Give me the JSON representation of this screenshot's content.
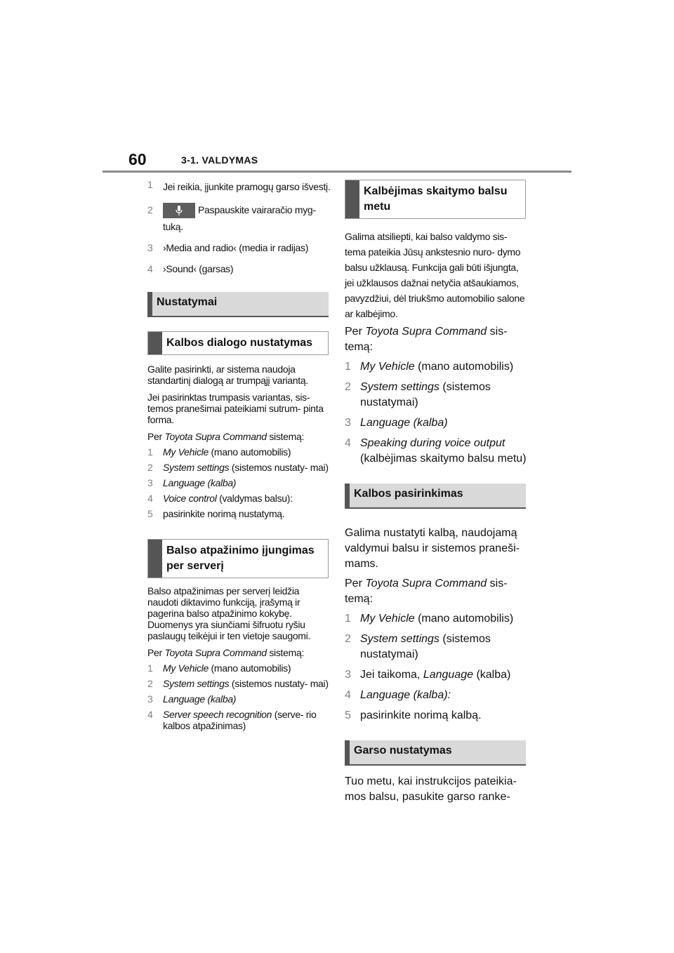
{
  "header": {
    "page_number": "60",
    "section": "3-1. VALDYMAS"
  },
  "left": {
    "steps_top": [
      {
        "n": "1",
        "text": "Jei reikia, įjunkite pramogų garso išvestį."
      },
      {
        "n": "2",
        "text": "Paspauskite vairaračio myg- tuką.",
        "icon": "microphone-icon"
      },
      {
        "n": "3",
        "text": "›Media and radio‹ (media ir radijas)"
      },
      {
        "n": "4",
        "text": "›Sound‹ (garsas)"
      }
    ],
    "heading_nustatymai": "Nustatymai",
    "heading_dialog": "Kalbos dialogo nustatymas",
    "dialog_p1": "Galite pasirinkti, ar sistema naudoja standartinį dialogą ar trumpąjį variantą.",
    "dialog_p2": "Jei pasirinktas trumpasis variantas, sis- temos pranešimai pateikiami sutrum- pinta forma.",
    "dialog_per": "Per",
    "dialog_per_italic": "Toyota Supra Command",
    "dialog_per_end": "sistemą:",
    "dialog_steps": [
      {
        "n": "1",
        "it": "My Vehicle",
        "rest": " (mano automobilis)"
      },
      {
        "n": "2",
        "it": "System settings",
        "rest": " (sistemos nustaty- mai)"
      },
      {
        "n": "3",
        "it": "Language (kalba)",
        "rest": ""
      },
      {
        "n": "4",
        "it": "Voice control",
        "rest": " (valdymas balsu):"
      },
      {
        "n": "5",
        "it": "",
        "rest": "pasirinkite norimą nustatymą."
      }
    ],
    "heading_server": "Balso atpažinimo įjungimas per serverį",
    "server_p1": "Balso atpažinimas per serverį leidžia naudoti diktavimo funkciją, įrašymą ir pagerina balso atpažinimo kokybę. Duomenys yra siunčiami šifruotu ryšiu paslaugų teikėjui ir ten vietoje saugomi.",
    "server_per": "Per",
    "server_per_italic": "Toyota Supra Command",
    "server_per_end": "sistemą:",
    "server_steps": [
      {
        "n": "1",
        "it": "My Vehicle",
        "rest": " (mano automobilis)"
      },
      {
        "n": "2",
        "it": "System settings",
        "rest": " (sistemos nustaty- mai)"
      },
      {
        "n": "3",
        "it": "Language (kalba)",
        "rest": ""
      },
      {
        "n": "4",
        "it": "Server speech recognition",
        "rest": " (serve- rio kalbos atpažinimas)"
      }
    ]
  },
  "right": {
    "heading_reading": "Kalbėjimas skaitymo balsu metu",
    "reading_p1": "Galima atsiliepti, kai balso valdymo sis- tema pateikia Jūsų ankstesnio nuro- dymo balsu užklausą. Funkcija gali būti išjungta, jei užklausos dažnai netyčia atšaukiamos, pavyzdžiui, dėl triukšmo automobilio salone ar kalbėjimo.",
    "reading_per": "Per",
    "reading_per_italic": "Toyota Supra Command",
    "reading_per_end": "sis- temą:",
    "reading_steps": [
      {
        "n": "1",
        "it": "My Vehicle",
        "rest": " (mano automobilis)"
      },
      {
        "n": "2",
        "it": "System settings",
        "rest": " (sistemos nustatymai)"
      },
      {
        "n": "3",
        "it": "Language (kalba)",
        "rest": ""
      },
      {
        "n": "4",
        "it": "Speaking during voice output",
        "rest": " (kalbėjimas skaitymo balsu metu)"
      }
    ],
    "heading_language": "Kalbos pasirinkimas",
    "language_p1": "Galima nustatyti kalbą, naudojamą valdymui balsu ir sistemos praneši- mams.",
    "language_per": "Per",
    "language_per_italic": "Toyota Supra Command",
    "language_per_end": "sis- temą:",
    "language_steps": [
      {
        "n": "1",
        "pre": "",
        "it": "My Vehicle",
        "rest": " (mano automobilis)"
      },
      {
        "n": "2",
        "pre": "",
        "it": "System settings",
        "rest": " (sistemos nustatymai)"
      },
      {
        "n": "3",
        "pre": "Jei taikoma, ",
        "it": "Language",
        "rest": " (kalba)"
      },
      {
        "n": "4",
        "pre": "",
        "it": "Language (kalba):",
        "rest": ""
      },
      {
        "n": "5",
        "pre": "pasirinkite norimą kalbą.",
        "it": "",
        "rest": ""
      }
    ],
    "heading_sound": "Garso nustatymas",
    "sound_p1": "Tuo metu, kai instrukcijos pateikia- mos balsu, pasukite garso ranke-"
  }
}
